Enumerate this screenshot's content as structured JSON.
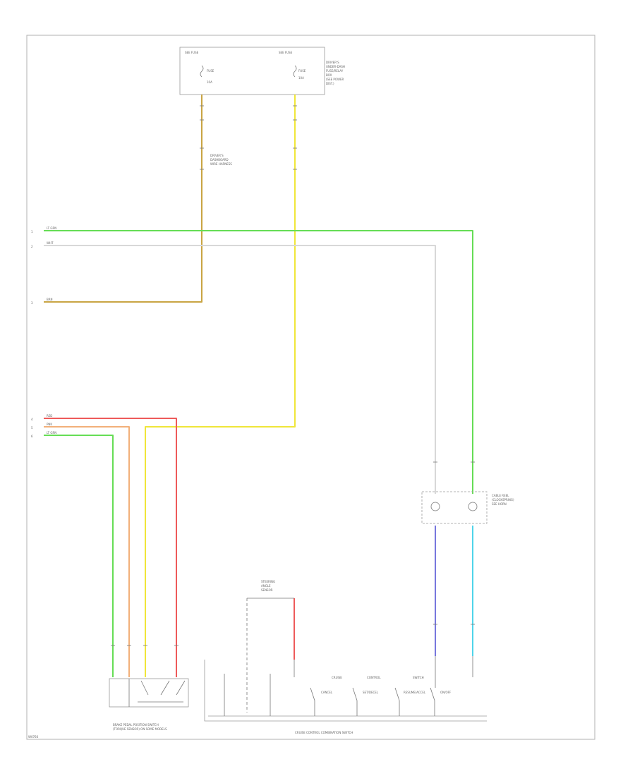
{
  "diagram": {
    "footer_code": "W0766",
    "top_connector": {
      "left_tag": "SEE FUSE",
      "right_tag": "SEE FUSE",
      "left_pin": "FUSE",
      "left_pin_sub": "10A",
      "right_pin": "FUSE",
      "right_pin_sub": "10A",
      "side_label": [
        "DRIVER'S",
        "UNDER-DASH",
        "FUSE/RELAY",
        "BOX",
        "(SEE POWER",
        "DIST.)"
      ]
    },
    "splice_label": [
      "DRIVER'S",
      "DASHBOARD",
      "WIRE HARNESS"
    ],
    "left_terminals": [
      "1",
      "2",
      "3",
      "4",
      "5",
      "6"
    ],
    "wire_labels": {
      "lt_grn_top": "LT GRN",
      "wht": "WHT",
      "brn": "BRN",
      "red": "RED",
      "pnk": "PNK",
      "lt_grn_bottom": "LT GRN"
    },
    "steering_connector": [
      "STEERING",
      "ANGLE",
      "SENSOR"
    ],
    "clockspring_label": [
      "CABLE REEL",
      "(CLOCKSPRING)",
      "SEE HORN"
    ],
    "cruise_switch_group": [
      "CRUISE",
      "CONTROL",
      "SWITCH"
    ],
    "switch_names": [
      "CANCEL",
      "SET/DECEL",
      "RESUME/ACCEL",
      "ON/OFF"
    ],
    "left_switch_label": [
      "BRAKE PEDAL POSITION SWITCH",
      "(TORQUE SENSOR) ON SOME MODELS"
    ],
    "bottom_switch_label": "CRUISE CONTROL COMBINATION SWITCH",
    "colors": {
      "lt_green": "#66dd55",
      "white": "#d8d8d8",
      "brown": "#c9a544",
      "yellow": "#f0e63a",
      "red": "#ee5a5a",
      "pink": "#f5a3a3",
      "orange": "#f2b07a",
      "blue": "#7777dd",
      "cyan": "#4fd4ea"
    }
  }
}
